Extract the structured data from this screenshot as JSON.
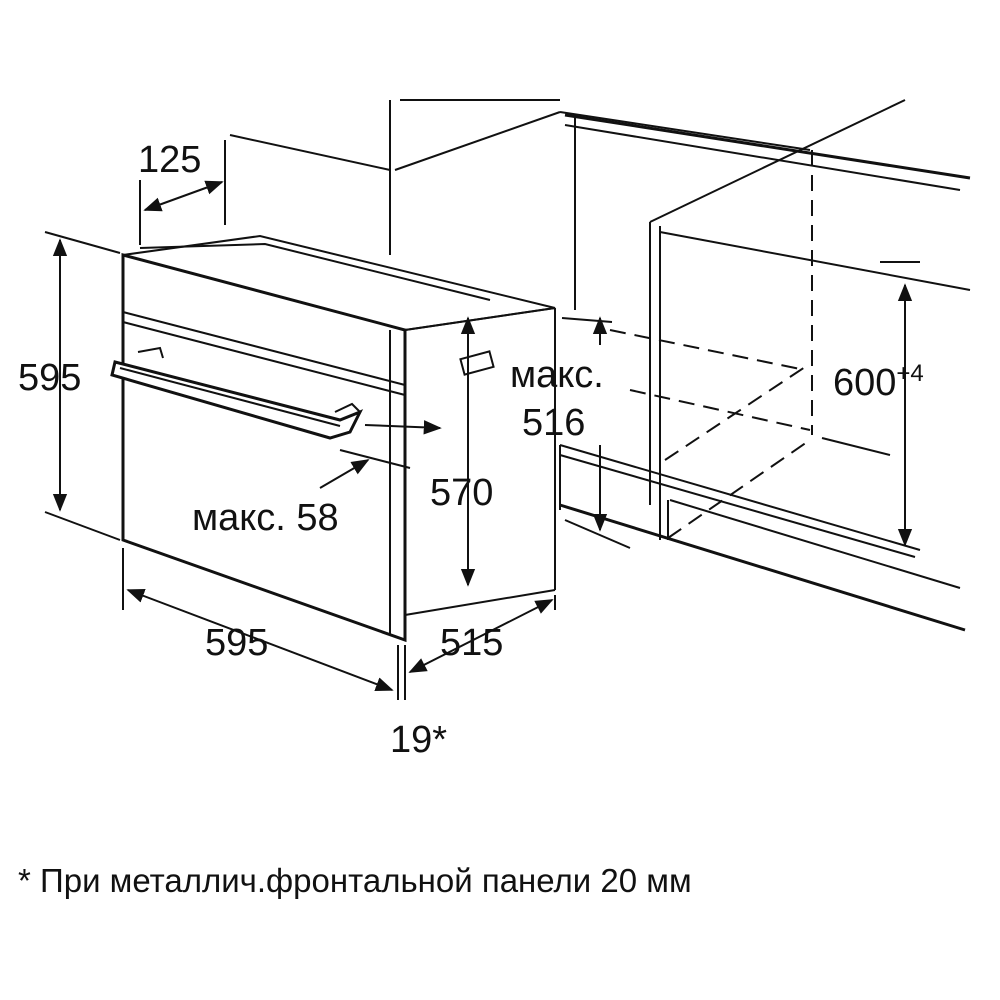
{
  "dimensions": {
    "depth_top": "125",
    "height_left": "595",
    "width_bottom": "595",
    "handle_max_label": "макс. 58",
    "inner_height": "570",
    "depth": "515",
    "front_panel": "19*",
    "niche_max_label": "макс.",
    "niche_max_value": "516",
    "niche_height": "600",
    "niche_height_tolerance": "+4"
  },
  "footnote": "* При металлич.фронтальной панели 20 мм"
}
